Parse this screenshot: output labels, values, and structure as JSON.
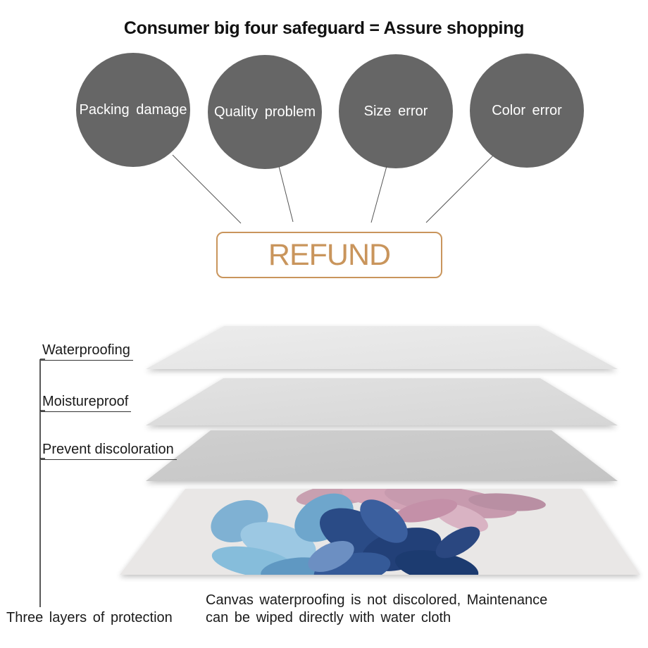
{
  "title": "Consumer big four safeguard = Assure shopping",
  "safeguards": [
    {
      "label": "Packing damage"
    },
    {
      "label": "Quality problem"
    },
    {
      "label": "Size error"
    },
    {
      "label": "Color error"
    }
  ],
  "refund_label": "REFUND",
  "layers": {
    "labels": [
      "Waterproofing",
      "Moistureproof",
      "Prevent discoloration"
    ],
    "summary": "Three layers of protection"
  },
  "note": {
    "line1": "Canvas waterproofing is not discolored, Maintenance",
    "line2": "can be wiped directly with water cloth"
  },
  "colors": {
    "circle": "#666666",
    "refund_accent": "#c9955c"
  },
  "icons": [
    "leaf-canvas-print"
  ]
}
